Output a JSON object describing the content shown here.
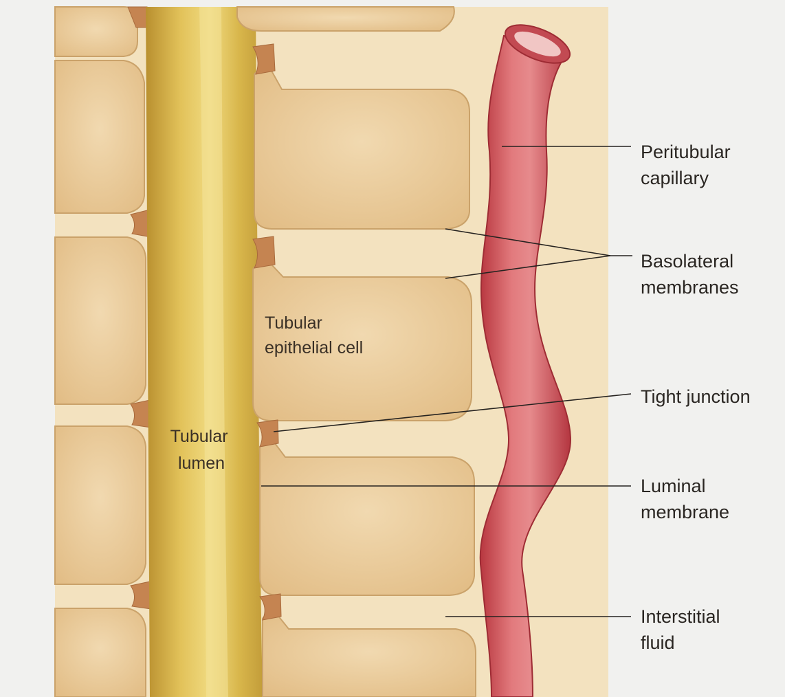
{
  "diagram": {
    "labels": {
      "peritubular_capillary": [
        "Peritubular",
        "capillary"
      ],
      "basolateral_membranes": [
        "Basolateral",
        "membranes"
      ],
      "tight_junction": [
        "Tight junction"
      ],
      "luminal_membrane": [
        "Luminal",
        "membrane"
      ],
      "interstitial_fluid": [
        "Interstitial",
        "fluid"
      ],
      "tubular_epithelial_cell": [
        "Tubular",
        "epithelial cell"
      ],
      "tubular_lumen": [
        "Tubular",
        "lumen"
      ]
    }
  }
}
